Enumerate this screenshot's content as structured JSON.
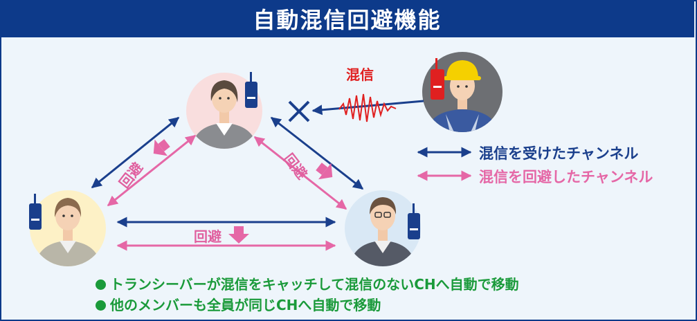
{
  "title": "自動混信回避機能",
  "interference_label": "混信",
  "avoid_label": "回避",
  "legend": {
    "received": "混信を受けたチャンネル",
    "avoided": "混信を回避したチャンネル"
  },
  "bullets": [
    "トランシーバーが混信をキャッチして混信のないCHへ自動で移動",
    "他のメンバーも全員が同じCHへ自動で移動"
  ],
  "colors": {
    "title_bg": "#0d3a8a",
    "received": "#1a3f8c",
    "avoided": "#e567a6",
    "interference": "#e02020",
    "bullet": "#1a9a3a"
  }
}
